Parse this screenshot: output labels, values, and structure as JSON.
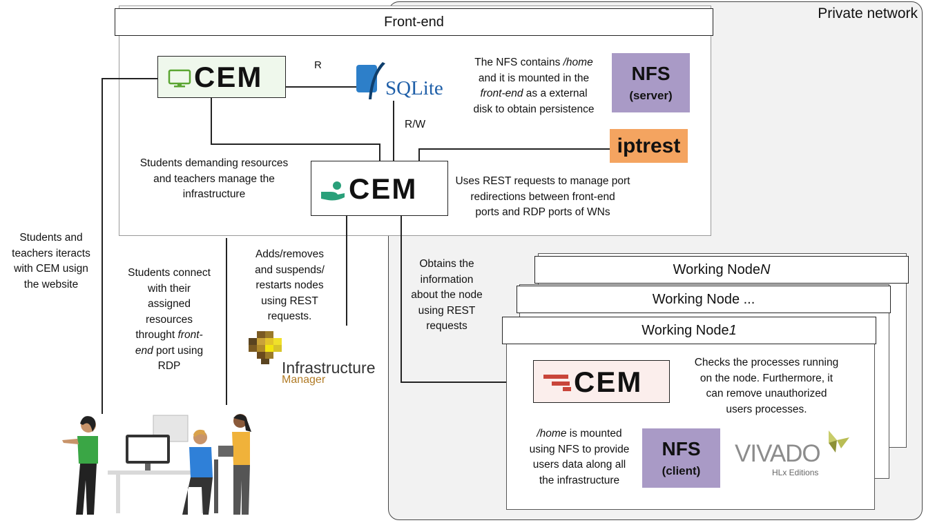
{
  "private_network": {
    "label": "Private network"
  },
  "front_end": {
    "title": "Front-end",
    "cem_web_label": "CEM",
    "cem_server_label": "CEM",
    "sqlite_label": "SQLite",
    "r_label": "R",
    "rw_label": "R/W",
    "nfs_note": {
      "l1": "The NFS contains ",
      "l1_em": "/home",
      "l2": "and it is mounted in the",
      "l3_em": "front-end",
      "l3": " as a external",
      "l4": "disk to obtain persistence"
    },
    "nfs_server": {
      "title": "NFS",
      "sub": "(server)"
    },
    "iptrest_label": "iptrest",
    "students_note": [
      "Students demanding resources",
      "and teachers manage the",
      "infrastructure"
    ],
    "rest_note": [
      "Uses REST requests to manage port",
      "redirections between front-end",
      "ports and RDP ports of WNs"
    ]
  },
  "left_notes": {
    "interact": [
      "Students and",
      "teachers iteracts",
      "with CEM usign",
      "the website"
    ],
    "connect": {
      "l1": "Students connect",
      "l2": "with their",
      "l3": "assigned",
      "l4": "resources",
      "l5": "throught ",
      "l5_em": "front-",
      "l6_em": "end",
      "l6": " port using",
      "l7": "RDP"
    },
    "adds": [
      "Adds/removes",
      "and suspends/",
      "restarts nodes",
      "using REST",
      "requests."
    ],
    "obtains": [
      "Obtains the",
      "information",
      "about the node",
      "using REST",
      "requests"
    ]
  },
  "infra_manager": {
    "l1": "Infrastructure",
    "l2": "Manager"
  },
  "working_nodes": {
    "n_title": "Working Node ",
    "n_suffix": "N",
    "dots_title": "Working Node ...",
    "one_title": "Working Node ",
    "one_suffix": "1",
    "cem_label": "CEM",
    "checks_note": [
      "Checks the processes running",
      "on the node. Furthermore, it",
      "can remove unauthorized",
      "users processes."
    ],
    "home_note": {
      "l1_em": "/home",
      "l1": " is mounted",
      "l2": "using NFS to provide",
      "l3": "users data along all",
      "l4": "the infrastructure"
    },
    "nfs_client": {
      "title": "NFS",
      "sub": "(client)"
    },
    "vivado": {
      "name": "VIVADO",
      "sub": "HLx Editions"
    }
  },
  "colors": {
    "nfs": "#a99ac6",
    "iptrest": "#f4a460",
    "cem_green": "#2aa07a",
    "cem_red": "#c9453a",
    "sqlite_blue": "#1f6bb5",
    "network_bg": "#f2f2f2"
  }
}
